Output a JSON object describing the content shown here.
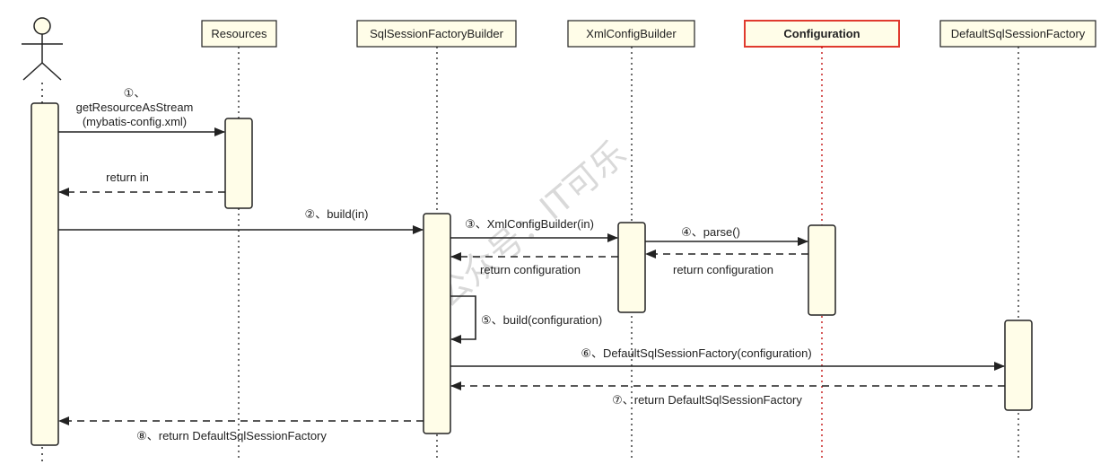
{
  "colors": {
    "box_fill": "#fffde8",
    "activation_fill": "#fffde8",
    "line": "#222222",
    "highlight_border": "#e03a2e",
    "highlight_lifeline": "#c00000",
    "watermark": "#d9d9d9"
  },
  "actor": {
    "icon": "stick-figure-icon"
  },
  "participants": [
    {
      "id": "resources",
      "label": "Resources"
    },
    {
      "id": "sqlsessionfactorybuilder",
      "label": "SqlSessionFactoryBuilder"
    },
    {
      "id": "xmlconfigbuilder",
      "label": "XmlConfigBuilder"
    },
    {
      "id": "configuration",
      "label": "Configuration",
      "highlight": true
    },
    {
      "id": "defaultsqlsessionfactory",
      "label": "DefaultSqlSessionFactory"
    }
  ],
  "messages": [
    {
      "id": "msg1",
      "lines": [
        "①、",
        "getResourceAsStream",
        "(mybatis-config.xml)"
      ],
      "kind": "call"
    },
    {
      "id": "ret1",
      "lines": [
        "return in"
      ],
      "kind": "return"
    },
    {
      "id": "msg2",
      "lines": [
        "②、build(in)"
      ],
      "kind": "call"
    },
    {
      "id": "msg3",
      "lines": [
        "③、XmlConfigBuilder(in)"
      ],
      "kind": "call"
    },
    {
      "id": "msg4",
      "lines": [
        "④、parse()"
      ],
      "kind": "call"
    },
    {
      "id": "ret4",
      "lines": [
        "return configuration"
      ],
      "kind": "return"
    },
    {
      "id": "ret3",
      "lines": [
        "return configuration"
      ],
      "kind": "return"
    },
    {
      "id": "msg5",
      "lines": [
        "⑤、build(configuration)"
      ],
      "kind": "self"
    },
    {
      "id": "msg6",
      "lines": [
        "⑥、DefaultSqlSessionFactory(configuration)"
      ],
      "kind": "call"
    },
    {
      "id": "ret7",
      "lines": [
        "⑦、return DefaultSqlSessionFactory"
      ],
      "kind": "return"
    },
    {
      "id": "ret8",
      "lines": [
        "⑧、return DefaultSqlSessionFactory"
      ],
      "kind": "return"
    }
  ],
  "watermark": "公众号：IT可乐"
}
